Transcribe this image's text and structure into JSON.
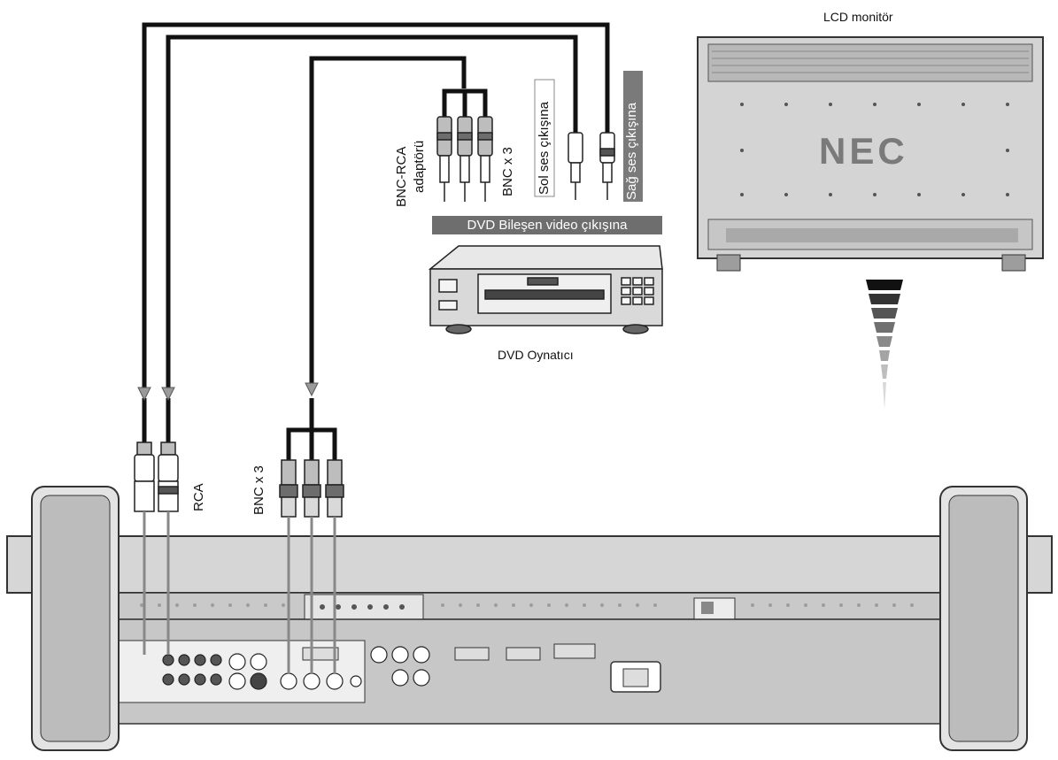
{
  "labels": {
    "lcd_monitor": "LCD monitör",
    "brand": "NEC",
    "dvd_player": "DVD Oynatıcı",
    "dvd_component_out": "DVD Bileşen video çıkışına",
    "bnc_rca_adapter": "BNC-RCA",
    "adapter_suffix": "adaptörü",
    "bnc_x3_top": "BNC x 3",
    "bnc_x3_bottom": "BNC x 3",
    "left_audio": "Sol ses çıkışına",
    "right_audio": "Sağ ses çıkışına",
    "rca": "RCA"
  },
  "colors": {
    "cable": "#111111",
    "panel": "#d6d6d6",
    "panel_dark": "#b5b5b5",
    "label_bar_dark": "#6e6e6e",
    "label_bar_light": "#cfcfcf"
  },
  "icons": [
    "lcd-monitor-icon",
    "dvd-player-icon",
    "arrow-down-icon",
    "rca-plug-icon",
    "bnc-plug-icon",
    "gradient-wedge-icon"
  ]
}
